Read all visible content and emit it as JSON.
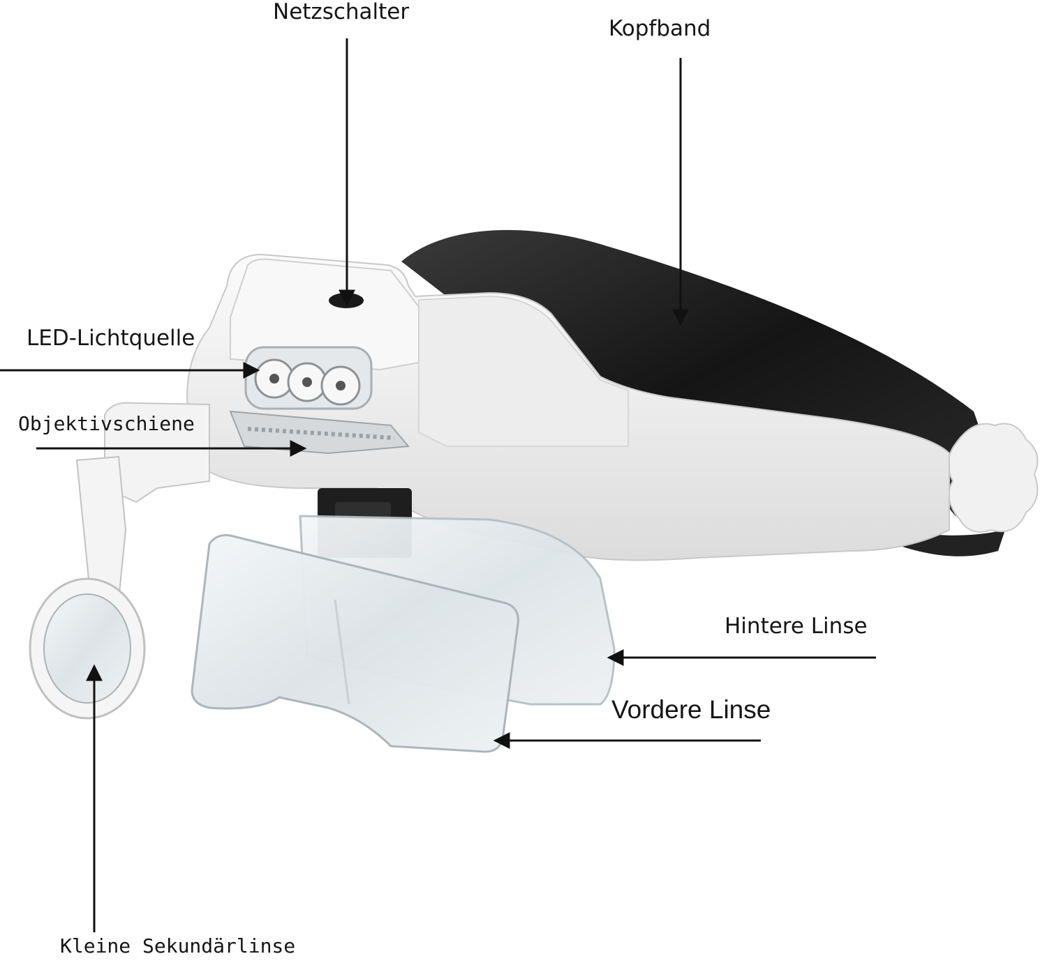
{
  "diagram": {
    "labels": {
      "power_switch": "Netzschalter",
      "headband": "Kopfband",
      "led_light": "LED-Lichtquelle",
      "lens_rail": "Objektivschiene",
      "rear_lens": "Hintere Linse",
      "front_lens": "Vordere Linse",
      "small_lens": "Kleine Sekundärlinse"
    }
  },
  "colors": {
    "background": "#ffffff",
    "housing": "#f2f2f2",
    "housing_shadow": "#d6d6d6",
    "headband": "#1b1b1b",
    "lens": "#e6ecef",
    "lens_edge": "#b6bfc4",
    "pointer": "#111111"
  }
}
